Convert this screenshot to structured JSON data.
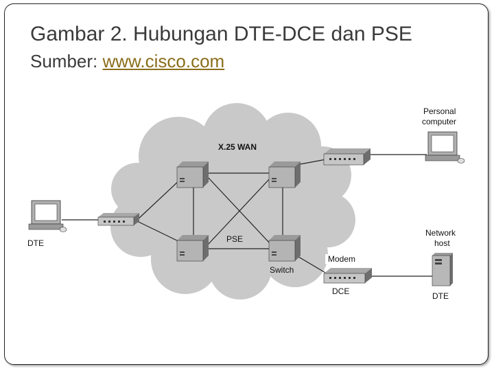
{
  "slide": {
    "title": "Gambar 2. Hubungan DTE-DCE dan PSE",
    "source_label": "Sumber: ",
    "source_link": "www.cisco.com"
  },
  "diagram": {
    "cloud_label": "X.25 WAN",
    "pse_label": "PSE",
    "switch_label": "Switch",
    "modem_label": "Modem",
    "dce_label": "DCE",
    "dte_left_label": "DTE",
    "pc_label_line1": "Personal",
    "pc_label_line2": "computer",
    "host_label_line1": "Network",
    "host_label_line2": "host",
    "dte_host_label": "DTE"
  }
}
